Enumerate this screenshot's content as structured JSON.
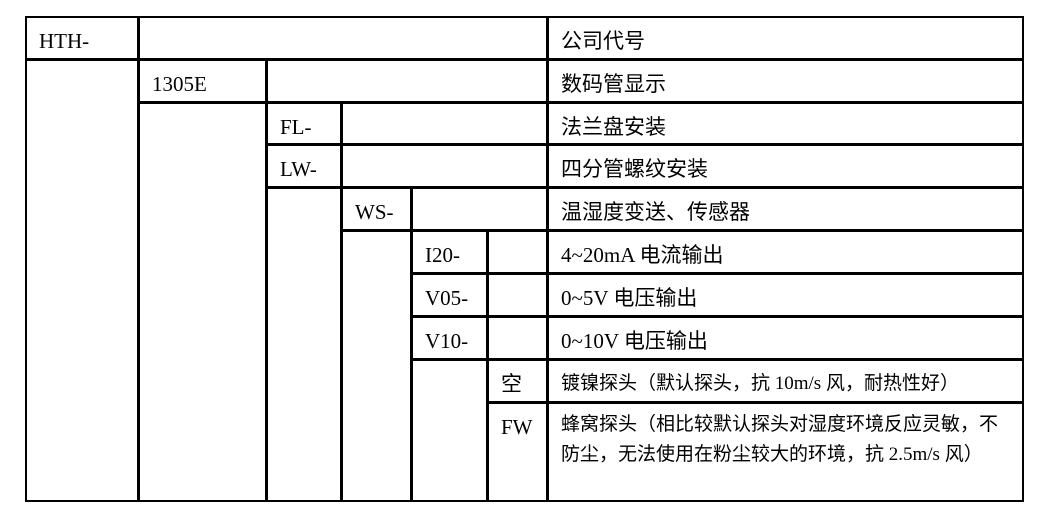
{
  "table": {
    "rows": [
      {
        "code": "HTH-",
        "desc": "公司代号"
      },
      {
        "code": "1305E",
        "desc": "数码管显示"
      },
      {
        "code": "FL-",
        "desc": "法兰盘安装"
      },
      {
        "code": "LW-",
        "desc": "四分管螺纹安装"
      },
      {
        "code": "WS-",
        "desc": "温湿度变送、传感器"
      },
      {
        "code": "I20-",
        "desc": "4~20mA 电流输出"
      },
      {
        "code": "V05-",
        "desc": "0~5V 电压输出"
      },
      {
        "code": "V10-",
        "desc": "0~10V 电压输出"
      },
      {
        "code": "空",
        "desc": "镀镍探头（默认探头，抗 10m/s 风，耐热性好）"
      },
      {
        "code": "FW",
        "desc": "蜂窝探头（相比较默认探头对湿度环境反应灵敏，不防尘，无法使用在粉尘较大的环境，抗 2.5m/s 风）"
      }
    ]
  }
}
